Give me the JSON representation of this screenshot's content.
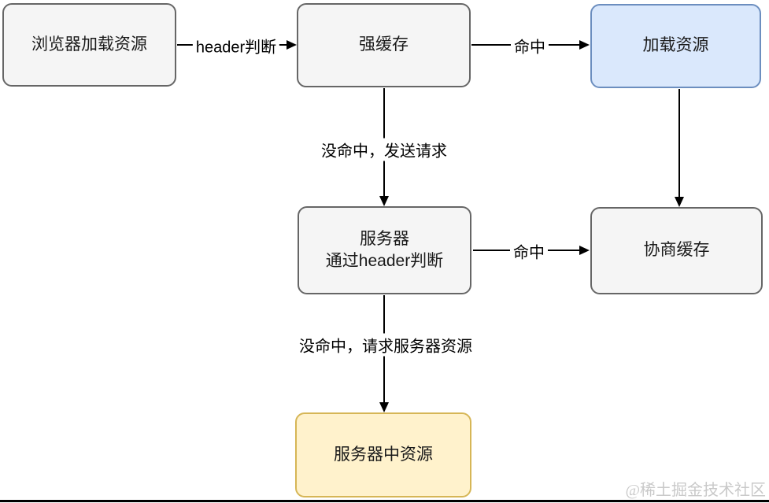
{
  "diagram": {
    "title": "browser-cache-flowchart",
    "nodes": [
      {
        "id": "browser-load",
        "label": "浏览器加载资源",
        "style": "gray"
      },
      {
        "id": "strong-cache",
        "label": "强缓存",
        "style": "gray"
      },
      {
        "id": "load-resource",
        "label": "加载资源",
        "style": "blue"
      },
      {
        "id": "server-header",
        "label": "服务器\n通过header判断",
        "style": "gray"
      },
      {
        "id": "negotiation-cache",
        "label": "协商缓存",
        "style": "gray"
      },
      {
        "id": "server-resource",
        "label": "服务器中资源",
        "style": "yellow"
      }
    ],
    "edges": [
      {
        "from": "browser-load",
        "to": "strong-cache",
        "label": "header判断"
      },
      {
        "from": "strong-cache",
        "to": "load-resource",
        "label": "命中"
      },
      {
        "from": "strong-cache",
        "to": "server-header",
        "label": "没命中，发送请求"
      },
      {
        "from": "load-resource",
        "to": "negotiation-cache",
        "label": ""
      },
      {
        "from": "server-header",
        "to": "negotiation-cache",
        "label": "命中"
      },
      {
        "from": "server-header",
        "to": "server-resource",
        "label": "没命中，请求服务器资源"
      }
    ],
    "colors": {
      "gray_fill": "#f5f5f5",
      "gray_border": "#666666",
      "blue_fill": "#dae8fc",
      "blue_border": "#6c8ebf",
      "yellow_fill": "#fff2cc",
      "yellow_border": "#d6b656",
      "arrow": "#000000",
      "node_text": "#1a1a1a",
      "watermark_text": "#c9c9c9"
    },
    "watermark": "@稀土掘金技术社区"
  }
}
